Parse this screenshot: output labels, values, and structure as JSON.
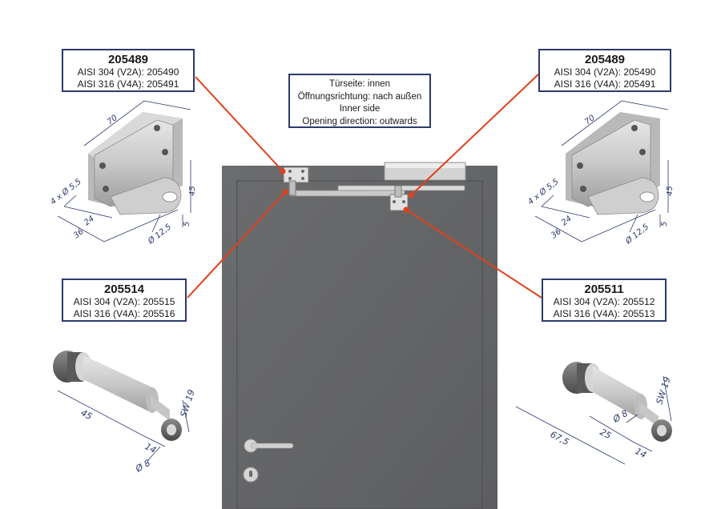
{
  "info": {
    "lines": [
      "Türseite: innen",
      "Öffnungsrichtung: nach außen",
      "Inner side",
      "Opening direction: outwards"
    ]
  },
  "labels": {
    "top_left": {
      "code": "205489",
      "line1": "AISI 304 (V2A): 205490",
      "line2": "AISI 316 (V4A): 205491"
    },
    "top_right": {
      "code": "205489",
      "line1": "AISI 304 (V2A): 205490",
      "line2": "AISI 316 (V4A): 205491"
    },
    "mid_left": {
      "code": "205514",
      "line1": "AISI 304 (V2A): 205515",
      "line2": "AISI 316 (V4A): 205516"
    },
    "mid_right": {
      "code": "205511",
      "line1": "AISI 304 (V2A): 205512",
      "line2": "AISI 316 (V4A): 205513"
    }
  },
  "dimensions": {
    "bracket_left": {
      "width": "70",
      "holes": "4 x Ø 5,5",
      "height": "45",
      "d1": "24",
      "d2": "36",
      "hole_dia": "Ø 12,5",
      "small": "5"
    },
    "bracket_right": {
      "width": "70",
      "holes": "4 x Ø 5,5",
      "height": "45",
      "d1": "24",
      "d2": "36",
      "hole_dia": "Ø 12,5",
      "small": "5"
    },
    "pin_left": {
      "len": "45",
      "short": "14",
      "sw": "SW 19",
      "dia": "Ø 8"
    },
    "pin_right": {
      "len": "67,5",
      "mid": "25",
      "short": "14",
      "sw": "SW 19",
      "dia": "Ø 8"
    }
  },
  "colors": {
    "accent_line": "#e0401a",
    "box_border": "#2d3a6b",
    "door": "#636466",
    "dim": "#2d3a6b"
  }
}
